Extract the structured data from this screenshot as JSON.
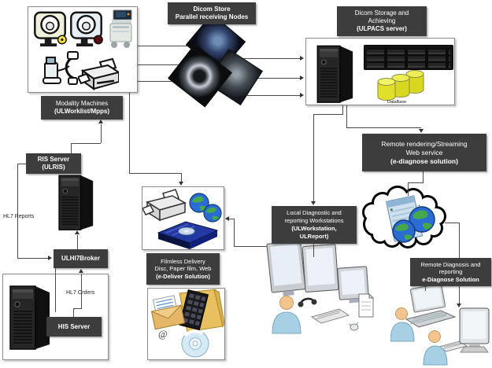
{
  "labels": {
    "dicom_store": {
      "lines": [
        "Dicom Store",
        "Parallel receiving Nodes"
      ]
    },
    "modality": {
      "lines": [
        "Modality Machines",
        "(ULWorklist/Mpps)"
      ]
    },
    "pacs_storage": {
      "lines": [
        "Dicom Storage and",
        "Achieving",
        "(ULPACS server)"
      ]
    },
    "ris": {
      "lines": [
        "RIS Server",
        "(ULRIS)"
      ]
    },
    "broker": {
      "lines": [
        "ULHI7Broker"
      ]
    },
    "his": {
      "lines": [
        "HIS Server"
      ]
    },
    "filmless": {
      "lines": [
        "Filmless Delivery",
        "Disc, Paper film, Web",
        "(e-Deliver Solution)"
      ]
    },
    "local_workstations": {
      "lines": [
        "Local Diagnostic and",
        "reporting Workstations",
        "(ULWorkstation,",
        "ULReport)"
      ]
    },
    "remote_rendering": {
      "lines": [
        "Remote rendering/Streaming",
        "Web service",
        "(e-diagnose solution)"
      ]
    },
    "remote_diagnosis": {
      "lines": [
        "Remote Diagnosis and",
        "reporting",
        "e-Diagnose Solution"
      ]
    }
  },
  "annotations": {
    "hl7_reports": "HL7 Reports",
    "hl7_orders": "HL7 Orders",
    "database_caption": "DataBase",
    "at_symbol": "@"
  },
  "colors": {
    "label_background": "#3d3d3d",
    "label_text": "#ffffff",
    "box_border": "#8a8a8a",
    "connector": "#4a4a4a",
    "database_yellow": "#e6e63c",
    "person_blue": "#a8d0e4",
    "cloud_outline": "#000000"
  }
}
